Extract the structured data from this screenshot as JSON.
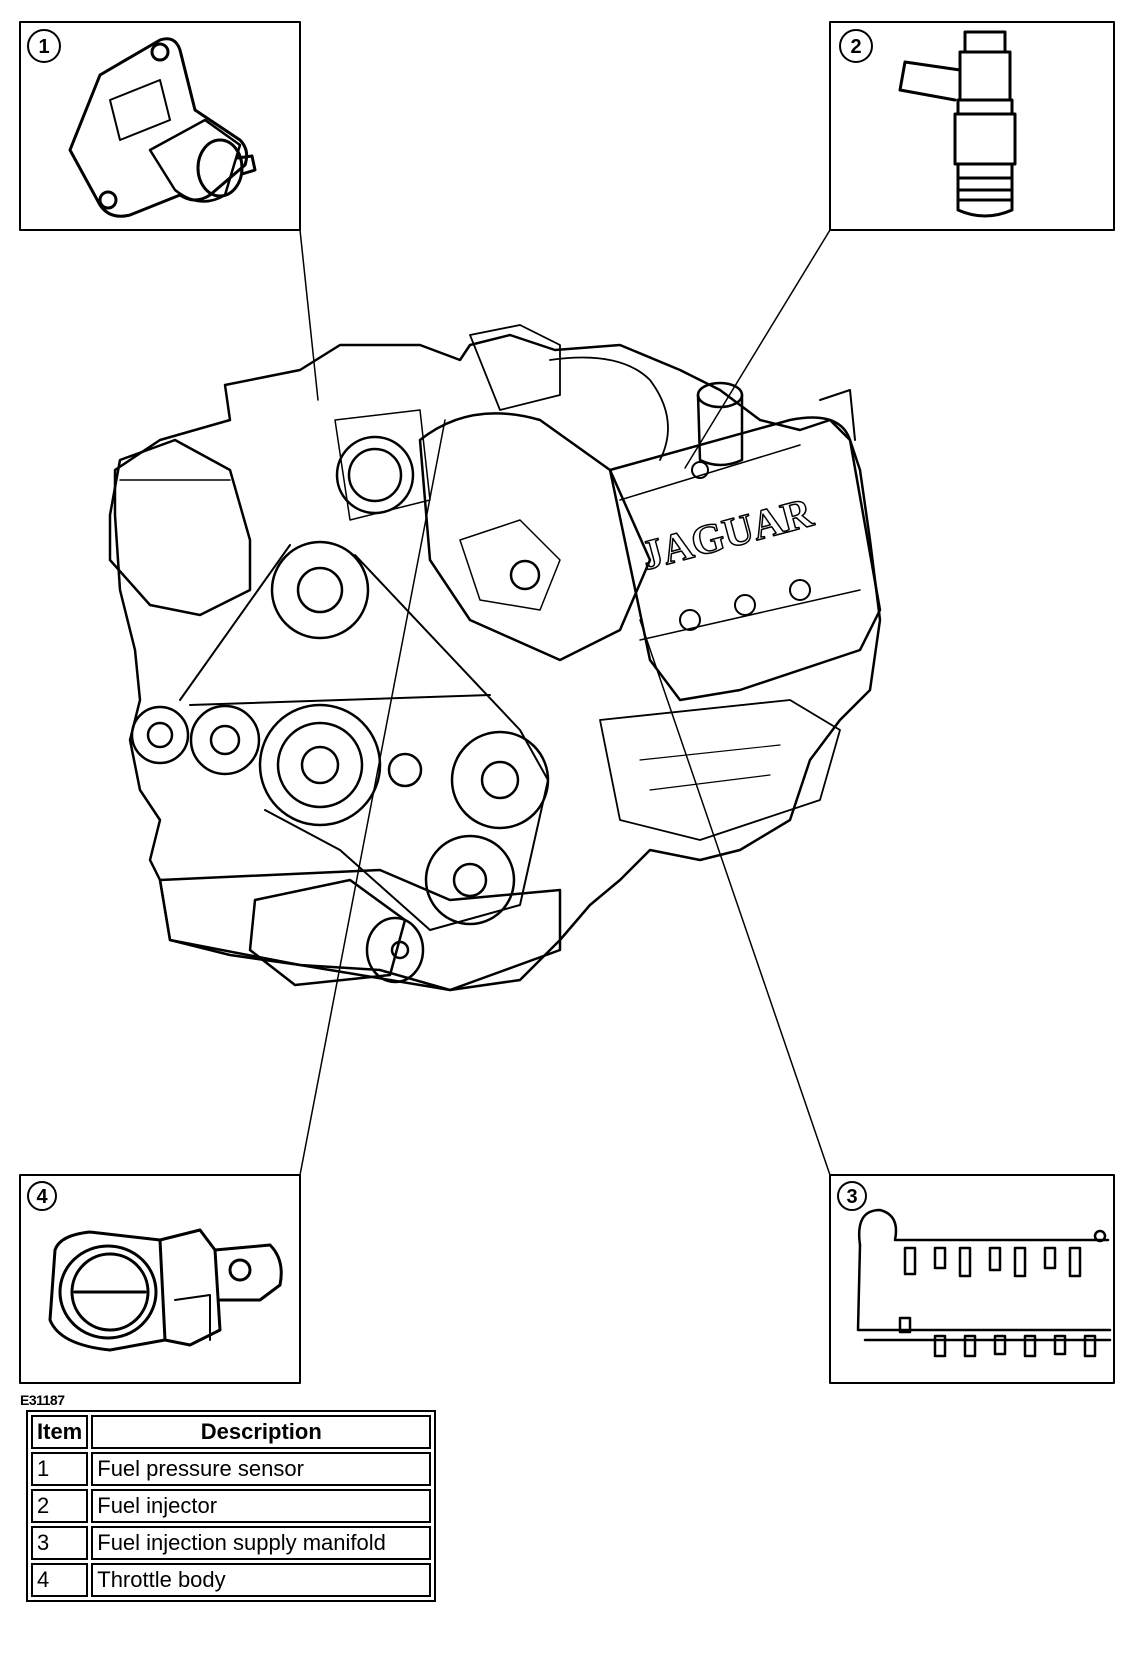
{
  "figure_code": "E31187",
  "callouts": [
    {
      "number": "1"
    },
    {
      "number": "2"
    },
    {
      "number": "3"
    },
    {
      "number": "4"
    }
  ],
  "engine_logo_text": "JAGUAR",
  "legend": {
    "headers": {
      "item": "Item",
      "description": "Description"
    },
    "rows": [
      {
        "item": "1",
        "description": "Fuel pressure sensor"
      },
      {
        "item": "2",
        "description": "Fuel injector"
      },
      {
        "item": "3",
        "description": "Fuel injection supply manifold"
      },
      {
        "item": "4",
        "description": "Throttle body"
      }
    ]
  }
}
